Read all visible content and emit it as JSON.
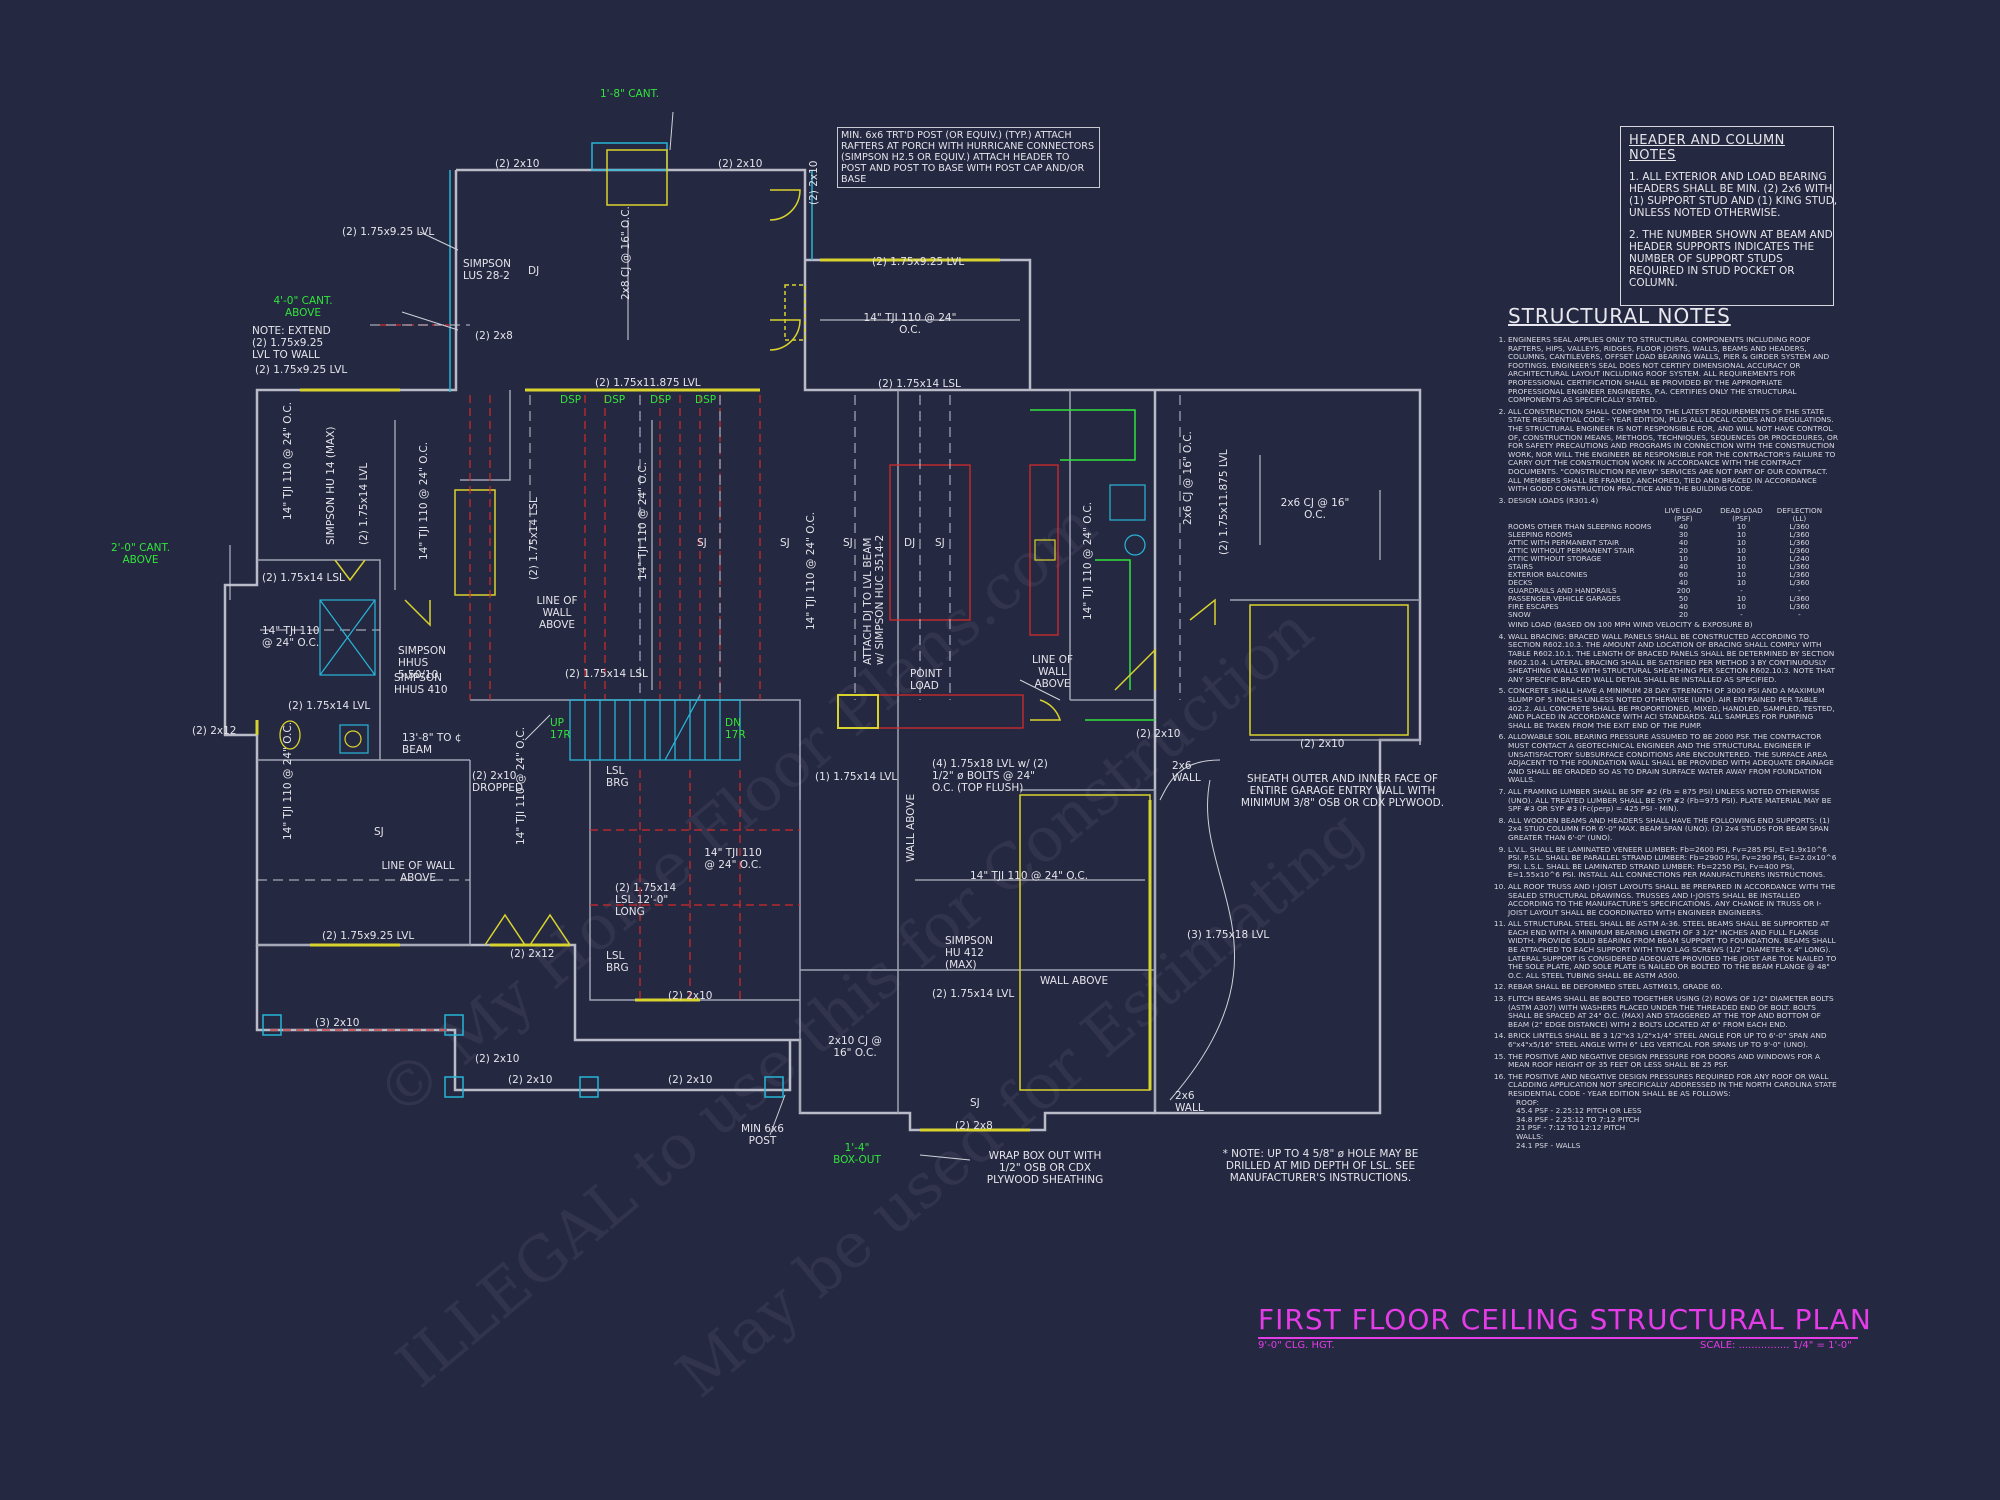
{
  "header_notes": {
    "title": "HEADER AND COLUMN NOTES",
    "items": [
      "1. ALL EXTERIOR AND LOAD BEARING HEADERS SHALL BE MIN. (2) 2x6 WITH (1) SUPPORT STUD AND (1) KING STUD, UNLESS NOTED OTHERWISE.",
      "2. THE NUMBER SHOWN AT BEAM AND HEADER SUPPORTS INDICATES THE NUMBER OF SUPPORT STUDS REQUIRED IN STUD POCKET OR COLUMN."
    ]
  },
  "structural_notes": {
    "title": "STRUCTURAL NOTES",
    "n1": "ENGINEERS SEAL APPLIES ONLY TO STRUCTURAL COMPONENTS INCLUDING ROOF RAFTERS, HIPS, VALLEYS, RIDGES, FLOOR JOISTS, WALLS, BEAMS AND HEADERS, COLUMNS, CANTILEVERS, OFFSET LOAD BEARING WALLS, PIER & GIRDER SYSTEM AND FOOTINGS. ENGINEER'S SEAL DOES NOT CERTIFY DIMENSIONAL ACCURACY OR ARCHITECTURAL LAYOUT INCLUDING ROOF SYSTEM. ALL REQUIREMENTS FOR PROFESSIONAL CERTIFICATION SHALL BE PROVIDED BY THE APPROPRIATE PROFESSIONAL ENGINEER ENGINEERS, P.A. CERTIFIES ONLY THE STRUCTURAL COMPONENTS AS SPECIFICALLY STATED.",
    "n2": "ALL CONSTRUCTION SHALL CONFORM TO THE LATEST REQUIREMENTS OF THE STATE STATE RESIDENTIAL CODE - YEAR EDITION, PLUS ALL LOCAL CODES AND REGULATIONS. THE STRUCTURAL ENGINEER IS NOT RESPONSIBLE FOR, AND WILL NOT HAVE CONTROL OF, CONSTRUCTION MEANS, METHODS, TECHNIQUES, SEQUENCES OR PROCEDURES, OR FOR SAFETY PRECAUTIONS AND PROGRAMS IN CONNECTION WITH THE CONSTRUCTION WORK, NOR WILL THE ENGINEER BE RESPONSIBLE FOR THE CONTRACTOR'S FAILURE TO CARRY OUT THE CONSTRUCTION WORK IN ACCORDANCE WITH THE CONTRACT DOCUMENTS. \"CONSTRUCTION REVIEW\" SERVICES ARE NOT PART OF OUR CONTRACT. ALL MEMBERS SHALL BE FRAMED, ANCHORED, TIED AND BRACED IN ACCORDANCE WITH GOOD CONSTRUCTION PRACTICE AND THE BUILDING CODE.",
    "n3_title": "DESIGN LOADS (R301.4)",
    "load_headers": [
      "LIVE LOAD (PSF)",
      "DEAD LOAD (PSF)",
      "DEFLECTION (LL)"
    ],
    "loads": [
      [
        "ROOMS OTHER THAN SLEEPING ROOMS",
        "40",
        "10",
        "L/360"
      ],
      [
        "SLEEPING ROOMS",
        "30",
        "10",
        "L/360"
      ],
      [
        "ATTIC WITH PERMANENT STAIR",
        "40",
        "10",
        "L/360"
      ],
      [
        "ATTIC WITHOUT PERMANENT STAIR",
        "20",
        "10",
        "L/360"
      ],
      [
        "ATTIC WITHOUT STORAGE",
        "10",
        "10",
        "L/240"
      ],
      [
        "STAIRS",
        "40",
        "10",
        "L/360"
      ],
      [
        "EXTERIOR BALCONIES",
        "60",
        "10",
        "L/360"
      ],
      [
        "DECKS",
        "40",
        "10",
        "L/360"
      ],
      [
        "GUARDRAILS AND HANDRAILS",
        "200",
        "-",
        "-"
      ],
      [
        "PASSENGER VEHICLE GARAGES",
        "50",
        "10",
        "L/360"
      ],
      [
        "FIRE ESCAPES",
        "40",
        "10",
        "L/360"
      ],
      [
        "SNOW",
        "20",
        "-",
        "-"
      ]
    ],
    "wind_load": "WIND LOAD          (BASED ON 100 MPH WIND VELOCITY & EXPOSURE B)",
    "n4": "WALL BRACING: BRACED WALL PANELS SHALL BE CONSTRUCTED ACCORDING TO SECTION R602.10.3. THE AMOUNT AND LOCATION OF BRACING SHALL COMPLY WITH TABLE R602.10.1. THE LENGTH OF BRACED PANELS SHALL BE DETERMINED BY SECTION R602.10.4. LATERAL BRACING SHALL BE SATISFIED PER METHOD 3 BY CONTINUOUSLY SHEATHING WALLS WITH STRUCTURAL SHEATHING PER SECTION R602.10.3. NOTE THAT ANY SPECIFIC BRACED WALL DETAIL SHALL BE INSTALLED AS SPECIFIED.",
    "n5": "CONCRETE SHALL HAVE A MINIMUM 28 DAY STRENGTH OF 3000 PSI AND A MAXIMUM SLUMP OF 5 INCHES UNLESS NOTED OTHERWISE (UNO). AIR ENTRAINED PER TABLE 402.2. ALL CONCRETE SHALL BE PROPORTIONED, MIXED, HANDLED, SAMPLED, TESTED, AND PLACED IN ACCORDANCE WITH ACI STANDARDS. ALL SAMPLES FOR PUMPING SHALL BE TAKEN FROM THE EXIT END OF THE PUMP.",
    "n6": "ALLOWABLE SOIL BEARING PRESSURE ASSUMED TO BE 2000 PSF. THE CONTRACTOR MUST CONTACT A GEOTECHNICAL ENGINEER AND THE STRUCTURAL ENGINEER IF UNSATISFACTORY SUBSURFACE CONDITIONS ARE ENCOUNTERED. THE SURFACE AREA ADJACENT TO THE FOUNDATION WALL SHALL BE PROVIDED WITH ADEQUATE DRAINAGE AND SHALL BE GRADED SO AS TO DRAIN SURFACE WATER AWAY FROM FOUNDATION WALLS.",
    "n7": "ALL FRAMING LUMBER SHALL BE SPF #2 (Fb = 875 PSI) UNLESS NOTED OTHERWISE (UNO). ALL TREATED LUMBER SHALL BE SYP #2 (Fb=975 PSI). PLATE MATERIAL MAY BE SPF #3 OR SYP #3 (Fc(perp) = 425 PSI - MIN).",
    "n8": "ALL WOODEN BEAMS AND HEADERS SHALL HAVE THE FOLLOWING END SUPPORTS: (1) 2x4 STUD COLUMN FOR 6'-0\" MAX. BEAM SPAN (UNO). (2) 2x4 STUDS FOR BEAM SPAN GREATER THAN 6'-0\" (UNO).",
    "n9": "L.V.L. SHALL BE LAMINATED VENEER LUMBER: Fb=2600 PSI, Fv=285 PSI, E=1.9x10^6 PSI. P.S.L. SHALL BE PARALLEL STRAND LUMBER: Fb=2900 PSI, Fv=290 PSI, E=2.0x10^6 PSI. L.S.L. SHALL BE LAMINATED STRAND LUMBER: Fb=2250 PSI, Fv=400 PSI, E=1.55x10^6 PSI. INSTALL ALL CONNECTIONS PER MANUFACTURERS INSTRUCTIONS.",
    "n10": "ALL ROOF TRUSS AND I-JOIST LAYOUTS SHALL BE PREPARED IN ACCORDANCE WITH THE SEALED STRUCTURAL DRAWINGS. TRUSSES AND I-JOISTS SHALL BE INSTALLED ACCORDING TO THE MANUFACTURE'S SPECIFICATIONS. ANY CHANGE IN TRUSS OR I-JOIST LAYOUT SHALL BE COORDINATED WITH ENGINEER ENGINEERS.",
    "n11": "ALL STRUCTURAL STEEL SHALL BE ASTM A-36. STEEL BEAMS SHALL BE SUPPORTED AT EACH END WITH A MINIMUM BEARING LENGTH OF 3 1/2\" INCHES AND FULL FLANGE WIDTH. PROVIDE SOLID BEARING FROM BEAM SUPPORT TO FOUNDATION. BEAMS SHALL BE ATTACHED TO EACH SUPPORT WITH TWO LAG SCREWS (1/2\" DIAMETER x 4\" LONG). LATERAL SUPPORT IS CONSIDERED ADEQUATE PROVIDED THE JOIST ARE TOE NAILED TO THE SOLE PLATE, AND SOLE PLATE IS NAILED OR BOLTED TO THE BEAM FLANGE @ 48\" O.C. ALL STEEL TUBING SHALL BE ASTM A500.",
    "n12": "REBAR SHALL BE DEFORMED STEEL ASTM615, GRADE 60.",
    "n13": "FLITCH BEAMS SHALL BE BOLTED TOGETHER USING (2) ROWS OF 1/2\" DIAMETER BOLTS (ASTM A307) WITH WASHERS PLACED UNDER THE THREADED END OF BOLT. BOLTS SHALL BE SPACED AT 24\" O.C. (MAX) AND STAGGERED AT THE TOP AND BOTTOM OF BEAM (2\" EDGE DISTANCE) WITH 2 BOLTS LOCATED AT 6\" FROM EACH END.",
    "n14": "BRICK LINTELS SHALL BE 3 1/2\"x3 1/2\"x1/4\" STEEL ANGLE FOR UP TO 6'-0\" SPAN AND 6\"x4\"x5/16\" STEEL ANGLE WITH 6\" LEG VERTICAL FOR SPANS UP TO 9'-0\" (UNO).",
    "n15": "THE POSITIVE AND NEGATIVE DESIGN PRESSURE FOR DOORS AND WINDOWS FOR A MEAN ROOF HEIGHT OF 35 FEET OR LESS SHALL BE 25 PSF.",
    "n16": "THE POSITIVE AND NEGATIVE DESIGN PRESSURES REQUIRED FOR ANY ROOF OR WALL CLADDING APPLICATION NOT SPECIFICALLY ADDRESSED IN THE NORTH CAROLINA STATE RESIDENTIAL CODE - YEAR EDITION SHALL BE AS FOLLOWS:",
    "n16_list": [
      "ROOF:",
      "45.4 PSF - 2.25:12 PITCH OR LESS",
      "34.8 PSF - 2.25:12 TO 7:12 PITCH",
      "21 PSF - 7:12 TO 12:12 PITCH",
      "WALLS:",
      "24.1 PSF - WALLS"
    ]
  },
  "plan_title": {
    "title": "FIRST FLOOR CEILING STRUCTURAL PLAN",
    "height": "9'-0\" CLG. HGT.",
    "scale_label": "SCALE: ................ 1/4\" = 1'-0\""
  },
  "watermarks": [
    "© My Home Floor Plans.com",
    "ILLEGAL to use this for Construction",
    "May be used for Estimating"
  ],
  "callouts": {
    "top_post": "MIN. 6x6 TRT'D POST (OR EQUIV.) (TYP.) ATTACH RAFTERS AT PORCH WITH HURRICANE CONNECTORS (SIMPSON H2.5 OR EQUIV.) ATTACH HEADER TO POST AND POST TO BASE WITH POST CAP AND/OR BASE",
    "cant_top": "1'-8\" CANT.",
    "cant_left_top": "4'-0\" CANT. ABOVE",
    "cant_left": "2'-0\" CANT. ABOVE",
    "box_out": "1'-4\" BOX-OUT",
    "note_extend": "NOTE: EXTEND (2) 1.75x9.25 LVL TO WALL",
    "lvl_925_a": "(2) 1.75x9.25 LVL",
    "lvl_925_b": "(2) 1.75x9.25 LVL",
    "lvl_925_c": "(2) 1.75x9.25 LVL",
    "lvl_925_d": "(2) 1.75x9.25 LVL",
    "lvl_11875": "(2) 1.75x11.875 LVL",
    "lsl_1_75x14_top": "(2) 1.75x14 LSL",
    "lsl_left_a": "(2) 1.75x14 LSL",
    "lsl_mid": "(2) 1.75x14 LSL",
    "lvl_left_b": "(2) 1.75x14 LVL",
    "lvl_1_75x14": "(1) 1.75x14 LVL",
    "lvl_1_75x18": "(3) 1.75x18 LVL",
    "lvl_lower": "(2) 1.75x14 LVL",
    "lsl_12long": "(2) 1.75x14 LSL 12'-0\" LONG",
    "lvl_bolts": "(4) 1.75x18 LVL w/ (2) 1/2\" ø BOLTS @ 24\" O.C. (TOP FLUSH)",
    "simpson_lus": "SIMPSON LUS 28-2",
    "simpson_hhus": "SIMPSON HHUS 5.50/10",
    "simpson_hhus410": "SIMPSON HHUS 410",
    "simpson_hu": "SIMPSON HU 412 (MAX)",
    "simpson_hu14": "SIMPSON HU 14 (MAX)",
    "attach_dj": "ATTACH DJ TO LVL BEAM w/ SIMPSON HUC 3514-2",
    "point_load": "POINT LOAD",
    "line_wall_1": "LINE OF WALL ABOVE",
    "line_wall_2": "LINE OF WALL ABOVE",
    "line_wall_3": "LINE OF WALL ABOVE",
    "wall_above_v": "WALL ABOVE",
    "wall_above_h": "WALL ABOVE",
    "beam_13": "13'-8\" TO ¢ BEAM",
    "dropped": "(2) 2x10 DROPPED",
    "lsl_brg_1": "LSL BRG",
    "lsl_brg_2": "LSL BRG",
    "up": "UP 17R",
    "dn": "DN 17R",
    "sheath": "SHEATH OUTER AND INNER FACE OF ENTIRE GARAGE ENTRY WALL WITH MINIMUM 3/8\" OSB OR CDX PLYWOOD.",
    "wall_2x6_a": "2x6 WALL",
    "wall_2x6_b": "2x6 WALL",
    "min_post": "MIN 6x6 POST",
    "wrap": "WRAP BOX OUT WITH 1/2\" OSB OR CDX PLYWOOD SHEATHING",
    "hole_note": "* NOTE: UP TO 4 5/8\" ø HOLE MAY BE DRILLED AT MID DEPTH OF LSL. SEE MANUFACTURER'S INSTRUCTIONS.",
    "tji_14_110": "14\" TJI 110 @ 24\" O.C.",
    "tji_14_110b": "14\" TJI 110 @ 24\" O.C.",
    "tji_14_110c": "14\" TJI 110 @ 24\" O.C.",
    "tji_14_110d": "14\" TJI 110 @ 24\" O.C.",
    "cj_2x6": "2x6 CJ @ 16\" O.C.",
    "cj_2x8": "2x8 CJ @ 16\" O.C.",
    "cj_2x10": "2x10 CJ @ 16\" O.C.",
    "two_2x10": "(2) 2x10",
    "two_2x8": "(2) 2x8",
    "two_2x12": "(2) 2x12",
    "three_2x10": "(3) 2x10",
    "dj": "DJ",
    "sj": "SJ",
    "dsp": "DSP"
  }
}
